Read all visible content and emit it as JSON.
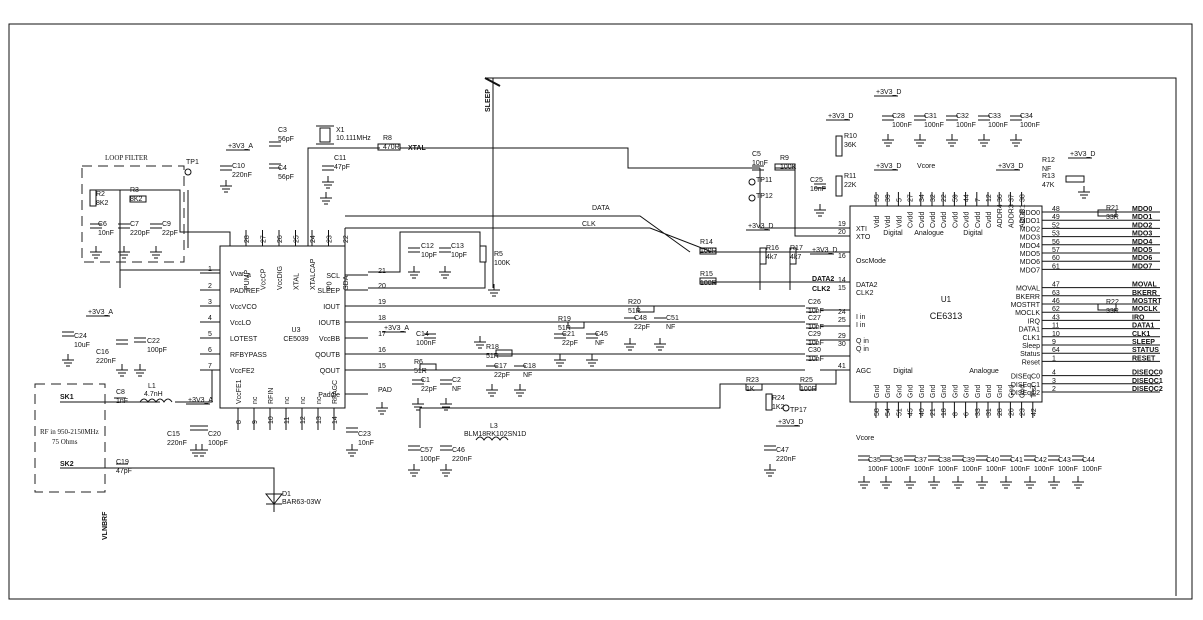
{
  "frame": {
    "border_color": "#111111"
  },
  "u1": {
    "ref": "U1",
    "part": "CE6313",
    "top_groups": [
      "Digital",
      "Analogue",
      "Digital"
    ],
    "bottom_groups": [
      "Digital",
      "Analogue"
    ],
    "power_pins_top": [
      {
        "num": "55",
        "name": "Vdd"
      },
      {
        "num": "39",
        "name": "Vdd"
      },
      {
        "num": "5",
        "name": "Vdd"
      },
      {
        "num": "27",
        "name": "Cvdd"
      },
      {
        "num": "34",
        "name": "Cvdd"
      },
      {
        "num": "32",
        "name": "Cvdd"
      },
      {
        "num": "22",
        "name": "Cvdd"
      },
      {
        "num": "59",
        "name": "Cvdd"
      },
      {
        "num": "44",
        "name": "Cvdd"
      },
      {
        "num": "7",
        "name": "Cvdd"
      },
      {
        "num": "12",
        "name": "Cvdd"
      },
      {
        "num": "36",
        "name": "ADDR4"
      },
      {
        "num": "37",
        "name": "ADDR3"
      },
      {
        "num": "38",
        "name": "ADDR1"
      }
    ],
    "gnd_pins_bottom": [
      {
        "num": "58",
        "name": "Gnd"
      },
      {
        "num": "54",
        "name": "Gnd"
      },
      {
        "num": "51",
        "name": "Gnd"
      },
      {
        "num": "45",
        "name": "Gnd"
      },
      {
        "num": "40",
        "name": "Gnd"
      },
      {
        "num": "21",
        "name": "Gnd"
      },
      {
        "num": "18",
        "name": "Gnd"
      },
      {
        "num": "8",
        "name": "Gnd"
      },
      {
        "num": "6",
        "name": "Gnd"
      },
      {
        "num": "33",
        "name": "Gnd"
      },
      {
        "num": "31",
        "name": "Gnd"
      },
      {
        "num": "28",
        "name": "Gnd"
      },
      {
        "num": "26",
        "name": "Gnd"
      },
      {
        "num": "23",
        "name": "Gnd"
      },
      {
        "num": "42",
        "name": "Test"
      }
    ],
    "left_pins": [
      {
        "num": "19",
        "name": "XTI"
      },
      {
        "num": "20",
        "name": "XTO"
      },
      {
        "num": "16",
        "name": "OscMode"
      },
      {
        "num": "14",
        "name": "DATA2"
      },
      {
        "num": "15",
        "name": "CLK2"
      },
      {
        "num": "24",
        "name": "I in"
      },
      {
        "num": "25",
        "name": "I in"
      },
      {
        "num": "29",
        "name": "Q in"
      },
      {
        "num": "30",
        "name": "Q in"
      },
      {
        "num": "41",
        "name": "AGC"
      }
    ],
    "right_pins": [
      {
        "num": "48",
        "name": "MDO0",
        "net": "MDO0"
      },
      {
        "num": "49",
        "name": "MDO1",
        "net": "MDO1"
      },
      {
        "num": "52",
        "name": "MDO2",
        "net": "MDO2"
      },
      {
        "num": "53",
        "name": "MDO3",
        "net": "MDO3"
      },
      {
        "num": "56",
        "name": "MDO4",
        "net": "MDO4"
      },
      {
        "num": "57",
        "name": "MDO5",
        "net": "MDO5"
      },
      {
        "num": "60",
        "name": "MDO6",
        "net": "MDO6"
      },
      {
        "num": "61",
        "name": "MDO7",
        "net": "MDO7"
      },
      {
        "num": "47",
        "name": "MOVAL",
        "net": "MOVAL"
      },
      {
        "num": "63",
        "name": "BKERR",
        "net": "BKERR"
      },
      {
        "num": "46",
        "name": "MOSTRT",
        "net": "MOSTRT"
      },
      {
        "num": "62",
        "name": "MOCLK",
        "net": "MOCLK"
      },
      {
        "num": "43",
        "name": "IRQ",
        "net": "IRQ"
      },
      {
        "num": "11",
        "name": "DATA1",
        "net": "DATA1"
      },
      {
        "num": "10",
        "name": "CLK1",
        "net": "CLK1"
      },
      {
        "num": "9",
        "name": "Sleep",
        "net": "SLEEP"
      },
      {
        "num": "64",
        "name": "Status",
        "net": "STATUS"
      },
      {
        "num": "1",
        "name": "Reset",
        "net": "RESET"
      },
      {
        "num": "4",
        "name": "DISEqC0",
        "net": "DISEQC0"
      },
      {
        "num": "3",
        "name": "DISEqC1",
        "net": "DISEQC1"
      },
      {
        "num": "2",
        "name": "DISEqC2",
        "net": "DISEQC2"
      }
    ]
  },
  "u3": {
    "ref": "U3",
    "part": "CE5039",
    "left_pins": [
      {
        "num": "1",
        "name": "Vvar"
      },
      {
        "num": "2",
        "name": "PAD/REF"
      },
      {
        "num": "3",
        "name": "VccVCO"
      },
      {
        "num": "4",
        "name": "VccLO"
      },
      {
        "num": "5",
        "name": "LOTEST"
      },
      {
        "num": "6",
        "name": "RFBYPASS"
      },
      {
        "num": "7",
        "name": "VccFE2"
      }
    ],
    "top_pins": [
      {
        "num": "28",
        "name": "PUMP"
      },
      {
        "num": "27",
        "name": "VccCP"
      },
      {
        "num": "26",
        "name": "VccDIG"
      },
      {
        "num": "25",
        "name": "XTAL"
      },
      {
        "num": "24",
        "name": "XTALCAP"
      },
      {
        "num": "23",
        "name": "P0"
      },
      {
        "num": "22",
        "name": "SDA"
      }
    ],
    "right_pins": [
      {
        "num": "21",
        "name": "SCL"
      },
      {
        "num": "20",
        "name": "SLEEP"
      },
      {
        "num": "19",
        "name": "IOUT"
      },
      {
        "num": "18",
        "name": "IOUTB"
      },
      {
        "num": "17",
        "name": "VccBB"
      },
      {
        "num": "16",
        "name": "QOUTB"
      },
      {
        "num": "15",
        "name": "QOUT"
      },
      {
        "num": "",
        "name": "Paddle"
      }
    ],
    "bottom_pins": [
      {
        "num": "8",
        "name": "VccFE1"
      },
      {
        "num": "9",
        "name": "nc"
      },
      {
        "num": "10",
        "name": "RFIN"
      },
      {
        "num": "11",
        "name": "nc"
      },
      {
        "num": "12",
        "name": "nc"
      },
      {
        "num": "13",
        "name": "nc"
      },
      {
        "num": "14",
        "name": "RFAGC"
      }
    ]
  },
  "components": {
    "capacitors": [
      {
        "ref": "C3",
        "value": "56pF"
      },
      {
        "ref": "C4",
        "value": "56pF"
      },
      {
        "ref": "C10",
        "value": "220nF"
      },
      {
        "ref": "C11",
        "value": "47pF"
      },
      {
        "ref": "C12",
        "value": "10pF"
      },
      {
        "ref": "C13",
        "value": "10pF"
      },
      {
        "ref": "C6",
        "value": "10nF"
      },
      {
        "ref": "C7",
        "value": "220pF"
      },
      {
        "ref": "C9",
        "value": "22pF"
      },
      {
        "ref": "C24",
        "value": "10uF"
      },
      {
        "ref": "C16",
        "value": "220nF"
      },
      {
        "ref": "C22",
        "value": "100pF"
      },
      {
        "ref": "C8",
        "value": "1nF"
      },
      {
        "ref": "C15",
        "value": "220nF"
      },
      {
        "ref": "C20",
        "value": "100pF"
      },
      {
        "ref": "C19",
        "value": "47pF"
      },
      {
        "ref": "C14",
        "value": "100nF"
      },
      {
        "ref": "C1",
        "value": "22pF"
      },
      {
        "ref": "C2",
        "value": "NF"
      },
      {
        "ref": "C17",
        "value": "22pF"
      },
      {
        "ref": "C18",
        "value": "NF"
      },
      {
        "ref": "C21",
        "value": "22pF"
      },
      {
        "ref": "C45",
        "value": "NF"
      },
      {
        "ref": "C48",
        "value": "22pF"
      },
      {
        "ref": "C51",
        "value": "NF"
      },
      {
        "ref": "C23",
        "value": "10nF"
      },
      {
        "ref": "C57",
        "value": "100pF"
      },
      {
        "ref": "C46",
        "value": "220nF"
      },
      {
        "ref": "C5",
        "value": "10nF"
      },
      {
        "ref": "C25",
        "value": "10nF"
      },
      {
        "ref": "C26",
        "value": "10nF"
      },
      {
        "ref": "C27",
        "value": "10nF"
      },
      {
        "ref": "C29",
        "value": "10nF"
      },
      {
        "ref": "C30",
        "value": "10nF"
      },
      {
        "ref": "C47",
        "value": "220nF"
      },
      {
        "ref": "C28",
        "value": "100nF"
      },
      {
        "ref": "C31",
        "value": "100nF"
      },
      {
        "ref": "C32",
        "value": "100nF"
      },
      {
        "ref": "C33",
        "value": "100nF"
      },
      {
        "ref": "C34",
        "value": "100nF"
      },
      {
        "ref": "C35",
        "value": "100nF"
      },
      {
        "ref": "C36",
        "value": "100nF"
      },
      {
        "ref": "C37",
        "value": "100nF"
      },
      {
        "ref": "C38",
        "value": "100nF"
      },
      {
        "ref": "C39",
        "value": "100nF"
      },
      {
        "ref": "C40",
        "value": "100nF"
      },
      {
        "ref": "C41",
        "value": "100nF"
      },
      {
        "ref": "C42",
        "value": "100nF"
      },
      {
        "ref": "C43",
        "value": "100nF"
      },
      {
        "ref": "C44",
        "value": "100nF"
      }
    ],
    "resistors": [
      {
        "ref": "R2",
        "value": "8K2"
      },
      {
        "ref": "R3",
        "value": "8K2"
      },
      {
        "ref": "R8",
        "value": "470R"
      },
      {
        "ref": "R5",
        "value": "100K"
      },
      {
        "ref": "R6",
        "value": "51R"
      },
      {
        "ref": "R18",
        "value": "51R"
      },
      {
        "ref": "R19",
        "value": "51R"
      },
      {
        "ref": "R20",
        "value": "51R"
      },
      {
        "ref": "R9",
        "value": "100K"
      },
      {
        "ref": "R10",
        "value": "36K"
      },
      {
        "ref": "R11",
        "value": "22K"
      },
      {
        "ref": "R14",
        "value": "100R"
      },
      {
        "ref": "R15",
        "value": "100R"
      },
      {
        "ref": "R16",
        "value": "4k7"
      },
      {
        "ref": "R17",
        "value": "4k7"
      },
      {
        "ref": "R12",
        "value": "NF"
      },
      {
        "ref": "R13",
        "value": "47K"
      },
      {
        "ref": "R21",
        "value": "33R"
      },
      {
        "ref": "R22",
        "value": "33R"
      },
      {
        "ref": "R23",
        "value": "1K"
      },
      {
        "ref": "R24",
        "value": "1K2"
      },
      {
        "ref": "R25",
        "value": "100R"
      }
    ],
    "inductors": [
      {
        "ref": "L1",
        "value": "4.7nH"
      },
      {
        "ref": "L3",
        "value": "BLM18RK102SN1D"
      }
    ],
    "others": [
      {
        "ref": "X1",
        "value": "10.111MHz"
      },
      {
        "ref": "D1",
        "value": "BAR63-03W"
      }
    ]
  },
  "testpoints": [
    "TP1",
    "TP11",
    "TP12",
    "TP17"
  ],
  "rails": {
    "v33a": "+3V3_A",
    "v33d": "+3V3_D",
    "vcore": "Vcore"
  },
  "nets": {
    "sleep": "SLEEP",
    "data": "DATA",
    "clk": "CLK",
    "xtal": "XTAL",
    "data2": "DATA2",
    "clk2": "CLK2",
    "sk1": "SK1",
    "sk2": "SK2",
    "vlnbrf": "VLNBRF",
    "pad": "PAD"
  },
  "notes": {
    "loop_filter": "LOOP FILTER",
    "rf_in_1": "RF in 950-2150MHz",
    "rf_in_2": "75 Ohms",
    "var_marker": "a"
  }
}
